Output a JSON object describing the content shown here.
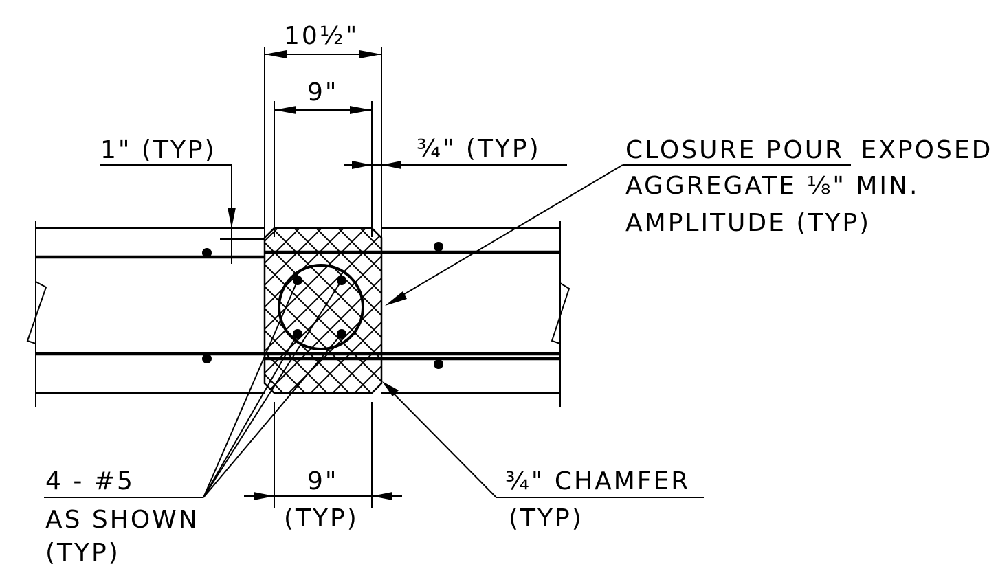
{
  "colors": {
    "ink": "#000000",
    "paper": "#ffffff"
  },
  "dimensions": {
    "overall_width": "10½\"",
    "inner_width_top": "9\"",
    "inner_width_bottom": "9\"",
    "inner_width_bottom_note": "(TYP)",
    "cover": "1\"  (TYP)",
    "edge_offset": "¾\"  (TYP)"
  },
  "notes": {
    "closure_pour": {
      "line1_underlined": "CLOSURE POUR",
      "line1_rest": "EXPOSED",
      "line2": "AGGREGATE ⅛\" MIN.",
      "line3": "AMPLITUDE  (TYP)"
    },
    "rebar": {
      "line1": "4 - #5",
      "line2": "AS SHOWN",
      "line3": "(TYP)"
    },
    "chamfer": {
      "line1": "¾\" CHAMFER",
      "line2": "(TYP)"
    }
  }
}
